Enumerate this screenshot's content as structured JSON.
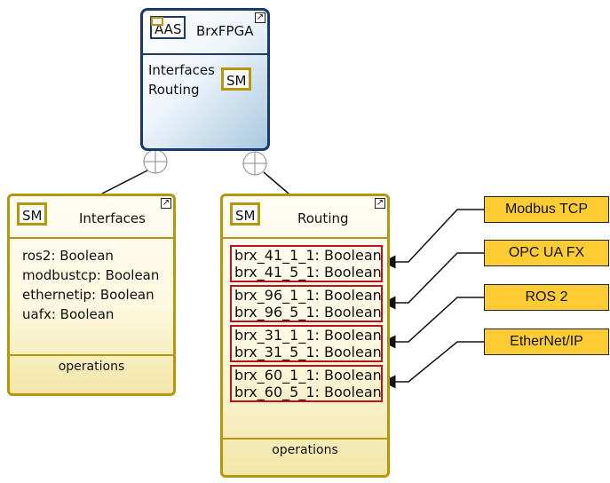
{
  "aas": {
    "tag": "AAS",
    "title": "BrxFPGA",
    "submodels": [
      "Interfaces",
      "Routing"
    ],
    "sm_tag": "SM"
  },
  "interfaces": {
    "tag": "SM",
    "title": "Interfaces",
    "properties": [
      "ros2: Boolean",
      "modbustcp: Boolean",
      "ethernetip: Boolean",
      "uafx: Boolean"
    ],
    "operations": "operations"
  },
  "routing": {
    "tag": "SM",
    "title": "Routing",
    "groups": [
      [
        "brx_41_1_1: Boolean",
        "brx_41_5_1: Boolean"
      ],
      [
        "brx_96_1_1: Boolean",
        "brx_96_5_1: Boolean"
      ],
      [
        "brx_31_1_1: Boolean",
        "brx_31_5_1: Boolean"
      ],
      [
        "brx_60_1_1: Boolean",
        "brx_60_5_1: Boolean"
      ]
    ],
    "operations": "operations"
  },
  "protocols": [
    "Modbus TCP",
    "OPC UA FX",
    "ROS 2",
    "EtherNet/IP"
  ],
  "colors": {
    "aas_border": "#1a3a6b",
    "sm_border": "#b8960c",
    "group_border": "#c0101a",
    "protocol_fill": "#ffcc33"
  }
}
